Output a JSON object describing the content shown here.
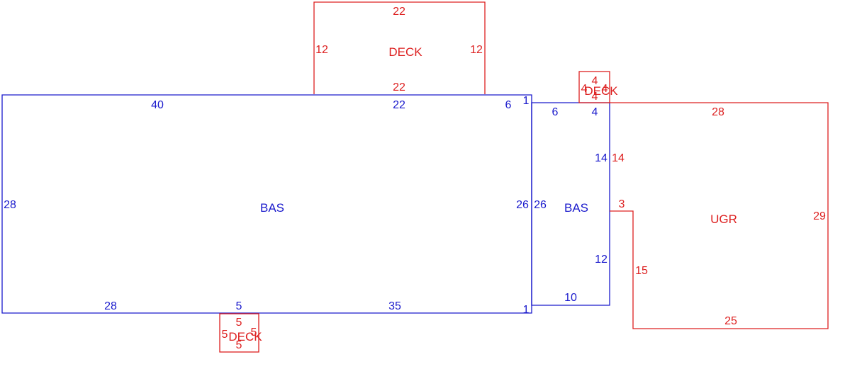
{
  "colors": {
    "blue": "#1a1acc",
    "red": "#dd2020",
    "background": "#ffffff"
  },
  "areas": {
    "bas_main": "BAS",
    "bas_right": "BAS",
    "deck_top": "DECK",
    "deck_small_top": "DECK",
    "deck_bottom": "DECK",
    "ugr": "UGR"
  },
  "dims": {
    "bas_main_top_left": "40",
    "bas_main_top_mid": "22",
    "bas_main_top_right": "6",
    "bas_main_top_step": "1",
    "bas_main_left": "28",
    "bas_main_right": "26",
    "bas_main_bottom_left": "28",
    "bas_main_bottom_mid": "5",
    "bas_main_bottom_right": "35",
    "bas_main_bottom_step": "1",
    "bas_right_top_left": "6",
    "bas_right_top_right": "4",
    "bas_right_left": "26",
    "bas_right_right_upper": "14",
    "bas_right_right_lower": "12",
    "bas_right_bottom": "10",
    "deck_top_top": "22",
    "deck_top_left": "12",
    "deck_top_right": "12",
    "deck_top_bottom": "22",
    "deck_small_top": "4",
    "deck_small_left": "4",
    "deck_small_right": "4",
    "deck_small_bottom": "4",
    "deck_bottom_top": "5",
    "deck_bottom_left": "5",
    "deck_bottom_right": "5",
    "deck_bottom_bottom": "5",
    "ugr_top": "28",
    "ugr_left_upper": "14",
    "ugr_step": "3",
    "ugr_left_lower": "15",
    "ugr_right": "29",
    "ugr_bottom": "25"
  }
}
